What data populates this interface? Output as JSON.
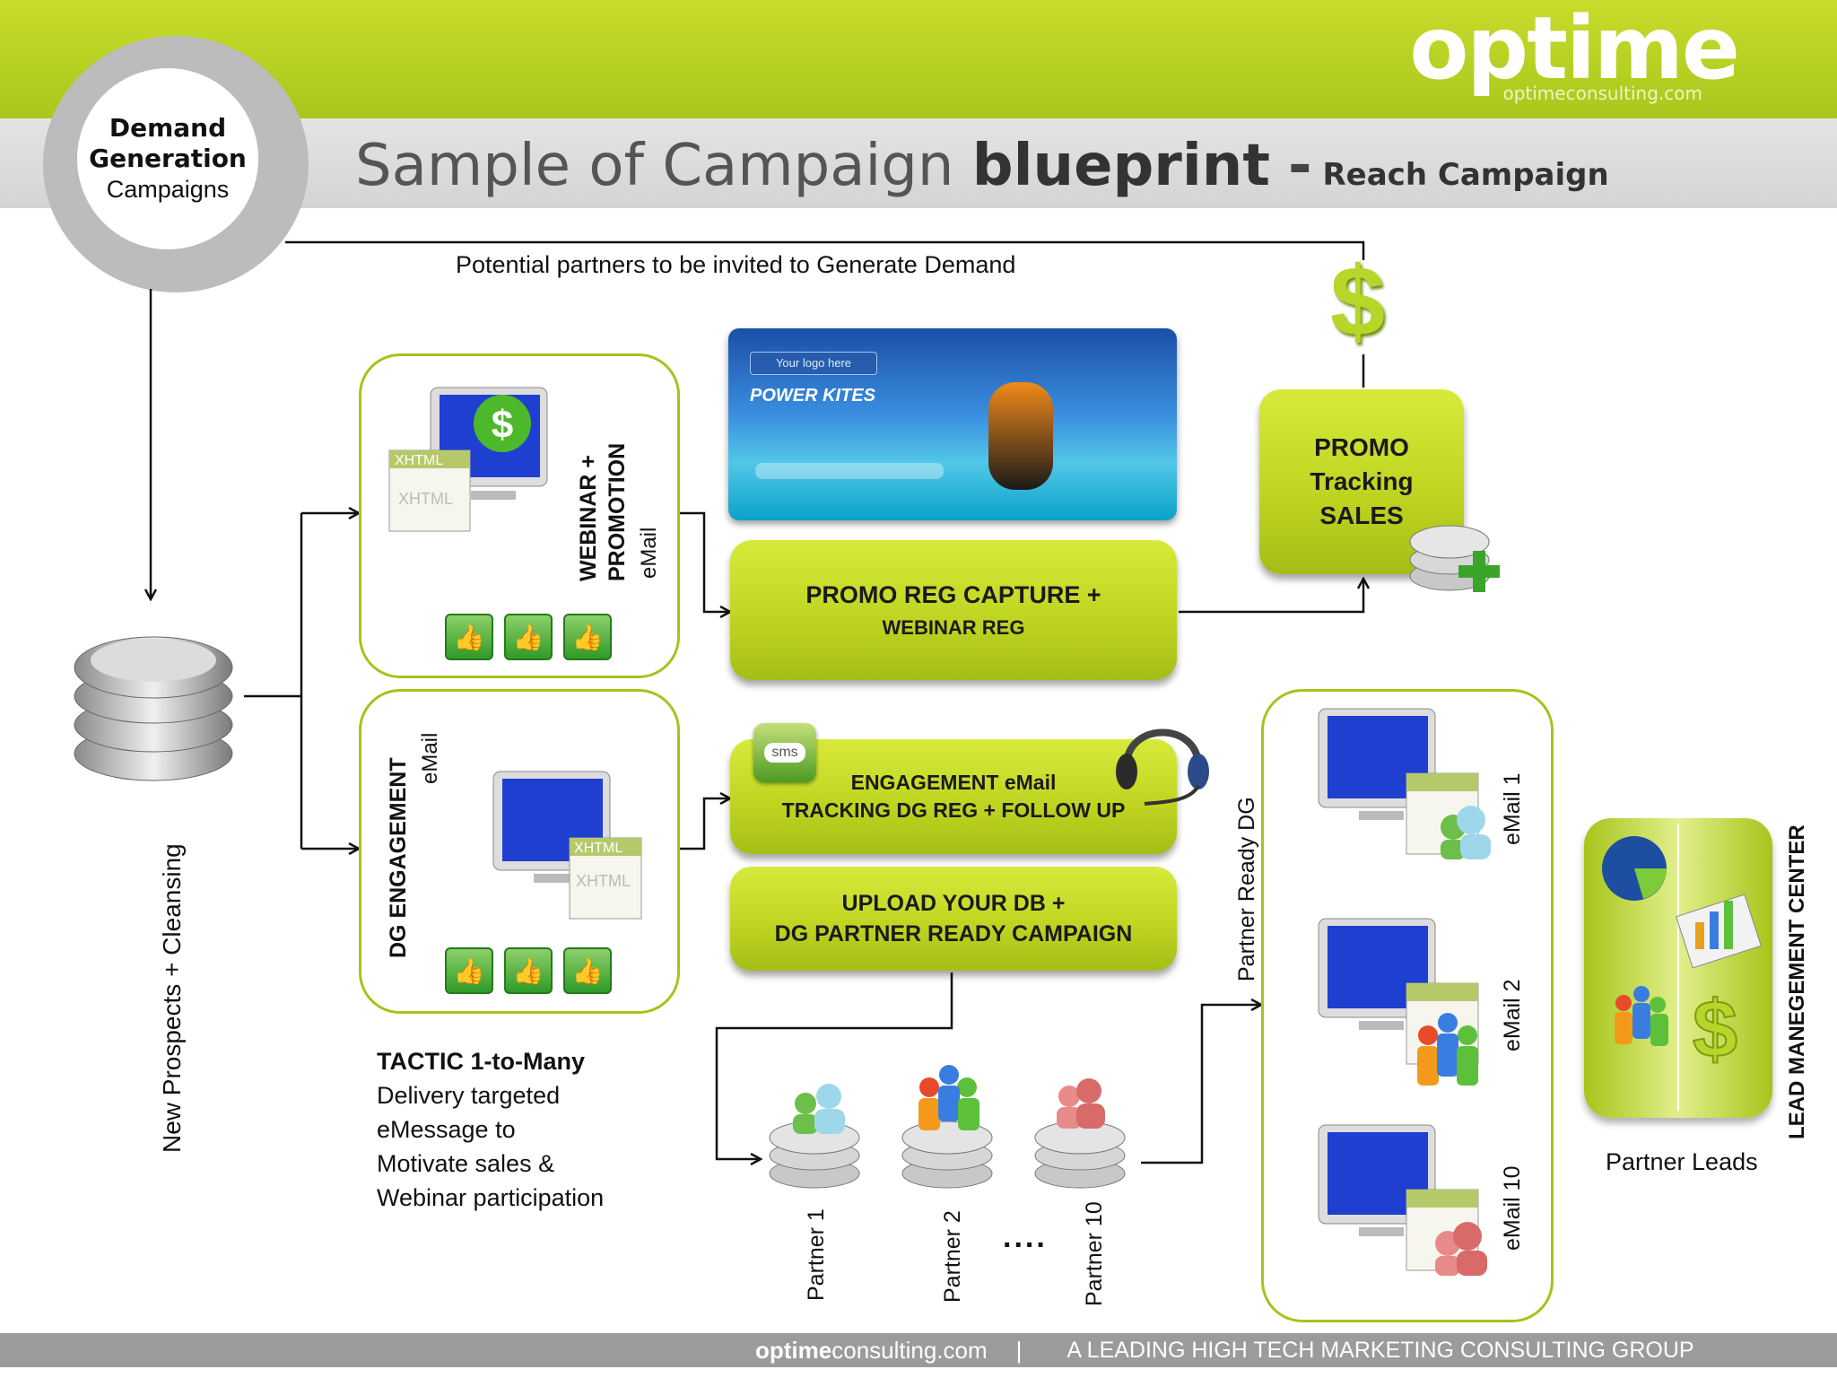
{
  "header": {
    "logo": "optime",
    "logo_sub": "optimeconsulting.com",
    "badge": {
      "line1": "Demand",
      "line2": "Generation",
      "line3": "Campaigns"
    },
    "title_prefix": "Sample of Campaign",
    "title_bold": "blueprint",
    "title_dash": "-",
    "title_sub": "Reach Campaign"
  },
  "top_flow_label": "Potential partners to be invited to Generate Demand",
  "left_vertical_label": "New Prospects + Cleansing",
  "webinar_box": {
    "title_line1": "WEBINAR +",
    "title_line2": "PROMOTION",
    "channel": "eMail"
  },
  "dg_box": {
    "title": "DG ENGAGEMENT",
    "channel": "eMail"
  },
  "xhtml_label": "XHTML",
  "banner": {
    "logo_placeholder": "Your logo here",
    "brand": "POWER KITES"
  },
  "promo_reg": {
    "line1": "PROMO REG CAPTURE +",
    "line2": "WEBINAR  REG"
  },
  "promo_tracking": {
    "line1": "PROMO",
    "line2": "Tracking",
    "line3": "SALES"
  },
  "engagement": {
    "sms": "sms",
    "line1": "ENGAGEMENT eMail",
    "line2": "TRACKING DG REG  + FOLLOW UP"
  },
  "upload": {
    "line1": "UPLOAD YOUR DB +",
    "line2": "DG PARTNER READY CAMPAIGN"
  },
  "partner_ready_label": "Partner Ready  DG",
  "emails": [
    "eMail 1",
    "eMail 2",
    "eMail 10"
  ],
  "partners": [
    "Partner 1",
    "Partner 2",
    "Partner 10"
  ],
  "partners_ellipsis": "....",
  "tactic": {
    "heading": "TACTIC  1-to-Many",
    "lines": [
      "Delivery targeted",
      "eMessage to",
      "Motivate sales  &",
      "Webinar  participation"
    ]
  },
  "lead_center": {
    "vertical_label": "LEAD MANEGEMENT CENTER",
    "caption": "Partner  Leads"
  },
  "footer": {
    "domain_bold": "optime",
    "domain_rest": "consulting.com",
    "separator": "|",
    "tagline": "A LEADING HIGH TECH MARKETING CONSULTING GROUP"
  },
  "colors": {
    "brand_green": "#a9c71c",
    "button_green": "#c6db28",
    "header_gray": "#d9d9d9"
  }
}
